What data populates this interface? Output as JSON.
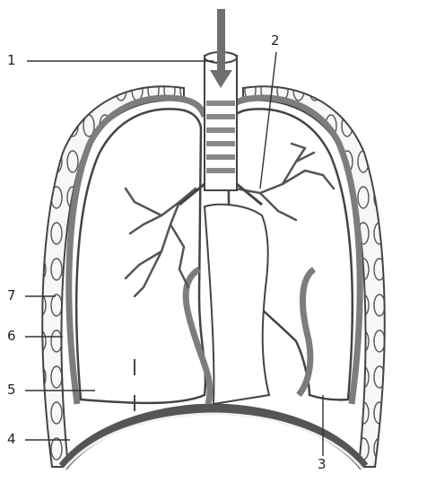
{
  "labels": [
    {
      "id": "label-1",
      "text": "1"
    },
    {
      "id": "label-2",
      "text": "2"
    },
    {
      "id": "label-3",
      "text": "3"
    },
    {
      "id": "label-4",
      "text": "4"
    },
    {
      "id": "label-5",
      "text": "5"
    },
    {
      "id": "label-6",
      "text": "6"
    },
    {
      "id": "label-7",
      "text": "7"
    }
  ],
  "colors": {
    "paper": "#ffffff",
    "ink": "#3a3a3a",
    "pleura_fill": "#7d7d7d",
    "chest_wall": "#f4f4f4",
    "trachea_ring": "#c9c9c9",
    "arrow": "#6f6f6f"
  }
}
